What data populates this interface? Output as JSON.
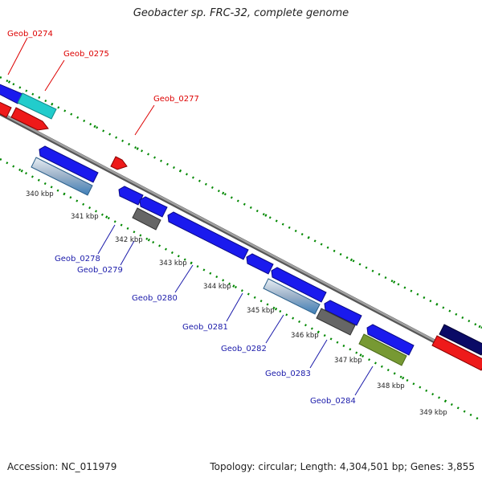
{
  "title": "Geobacter sp. FRC-32, complete genome",
  "footer": {
    "accession": "Accession: NC_011979",
    "topology": "Topology: circular; Length: 4,304,501 bp; Genes: 3,855"
  },
  "colors": {
    "forward_label": "#dd0000",
    "reverse_label": "#1a1aaa",
    "backbone": "#808080",
    "ticks": "#008800",
    "gene_blue": "#1a1aee",
    "gene_red": "#ee1a1a",
    "gene_cyan": "#22cccc",
    "gene_gray": "#666666",
    "gene_lightblue": "#5599cc",
    "gene_olive": "#779933",
    "gene_navy": "#0a0a66"
  },
  "kbp_labels": [
    "340 kbp",
    "341 kbp",
    "342 kbp",
    "343 kbp",
    "344 kbp",
    "345 kbp",
    "346 kbp",
    "347 kbp",
    "348 kbp",
    "349 kbp"
  ],
  "genes_forward": [
    {
      "name": "Geob_0274"
    },
    {
      "name": "Geob_0275"
    },
    {
      "name": "Geob_0277"
    }
  ],
  "genes_reverse": [
    {
      "name": "Geob_0278"
    },
    {
      "name": "Geob_0279"
    },
    {
      "name": "Geob_0280"
    },
    {
      "name": "Geob_0281"
    },
    {
      "name": "Geob_0282"
    },
    {
      "name": "Geob_0283"
    },
    {
      "name": "Geob_0284"
    }
  ]
}
